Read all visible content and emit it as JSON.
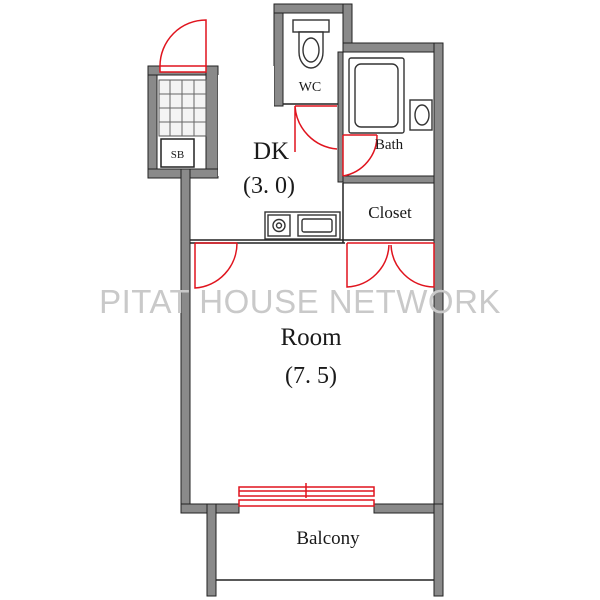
{
  "rooms": {
    "dk": {
      "name": "DK",
      "size": "(3. 0)"
    },
    "room": {
      "name": "Room",
      "size": "(7. 5)"
    },
    "wc": {
      "name": "WC"
    },
    "bath": {
      "name": "Bath"
    },
    "closet": {
      "name": "Closet"
    },
    "balcony": {
      "name": "Balcony"
    },
    "sb": {
      "name": "SB"
    }
  },
  "watermark": "PITAT HOUSE NETWORK",
  "colors": {
    "wall": "#8a8a8a",
    "wall_outline": "#222222",
    "door": "#e0141e",
    "fixture": "#333333",
    "watermark": "#c9c9c9"
  }
}
